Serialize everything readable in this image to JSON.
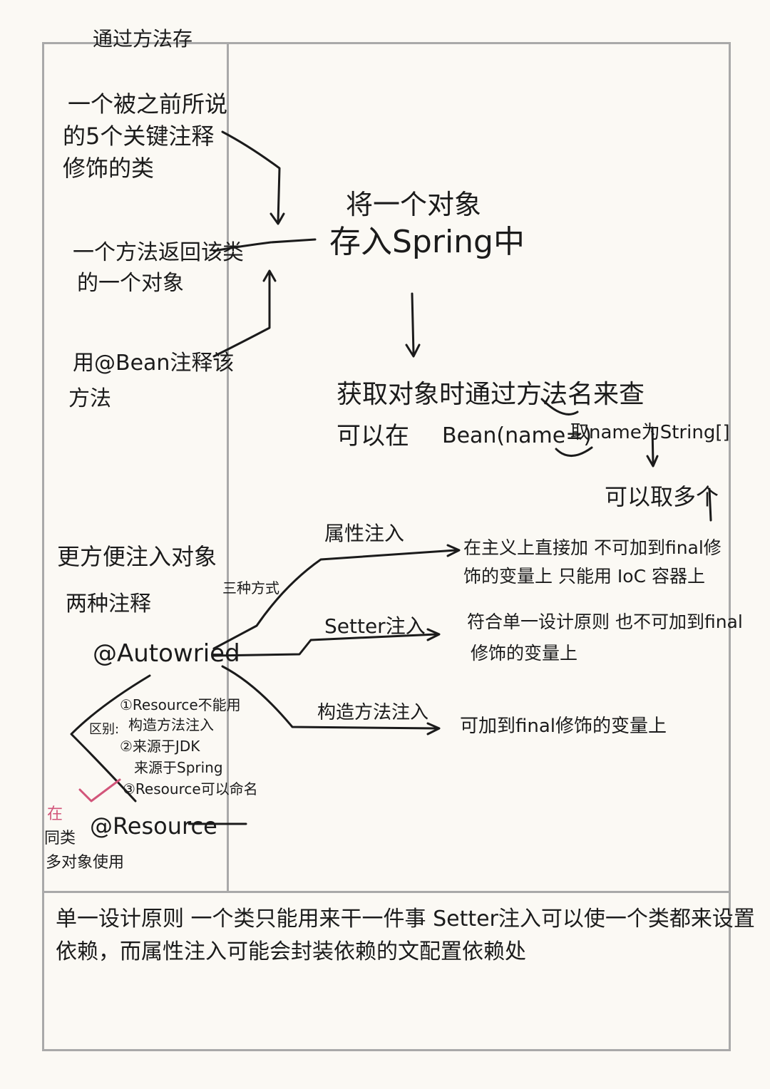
{
  "heading": "通过方法存",
  "left_top": {
    "line1": "一个被之前所说",
    "line2": "的5个关键注释",
    "line3": "修饰的类"
  },
  "left_mid": {
    "line1": "一个方法返回该类",
    "line2": "的一个对象"
  },
  "left_bean": {
    "line1": "用@Bean注释该",
    "line2": "方法"
  },
  "center": {
    "line1": "将一个对象",
    "line2": "存入Spring中"
  },
  "get_obj": {
    "line1": "获取对象时通过方法名来查",
    "line2_a": "可以在",
    "line2_b": "Bean(name=)",
    "line2_c": "取name为String[]"
  },
  "multi": "可以取多个",
  "inject": {
    "title": "更方便注入对象",
    "two_annotations": "两种注释",
    "three_methods": "三种方式",
    "autowired": "@Autowried",
    "resource": "@Resource"
  },
  "branches": {
    "property_label": "属性注入",
    "property_note_1": "在主义上直接加 不可加到final修",
    "property_note_2": "饰的变量上 只能用 IoC 容器上",
    "setter_label": "Setter注入",
    "setter_note_1": "符合单一设计原则 也不可加到final",
    "setter_note_2": "修饰的变量上",
    "ctor_label": "构造方法注入",
    "ctor_note": "可加到final修饰的变量上"
  },
  "differences": {
    "label": "区别:",
    "item1": "①Resource不能用",
    "item1b": "构造方法注入",
    "item2": "②来源于JDK",
    "item2b": "来源于Spring",
    "item3": "③Resource可以命名"
  },
  "pink_note": {
    "mark": "在",
    "line1": "同类",
    "line2": "多对象使用"
  },
  "bottom": {
    "line1": "单一设计原则 一个类只能用来干一件事 Setter注入可以使一个类都来设置",
    "line2": "依赖，而属性注入可能会封装依赖的文配置依赖处"
  }
}
